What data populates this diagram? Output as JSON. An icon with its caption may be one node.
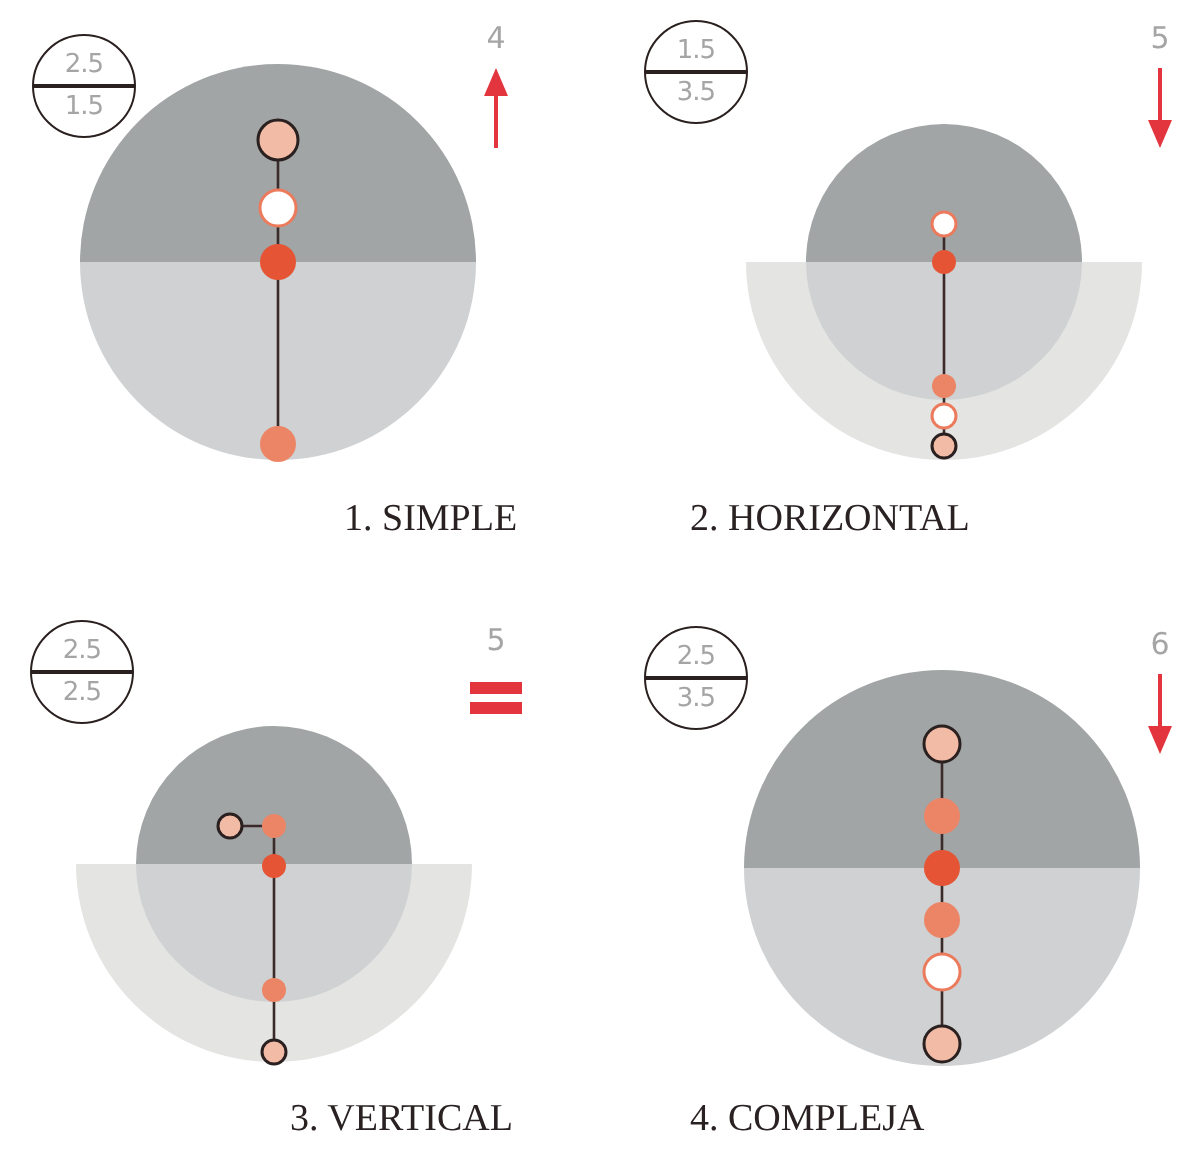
{
  "diagram": {
    "nodes": [
      {
        "text": [
          "2.5",
          "1.5"
        ]
      },
      {
        "text": [
          "1.5",
          "3.5"
        ]
      },
      {
        "text": [
          "2.5",
          "2.5"
        ]
      },
      {
        "text": [
          "2.5",
          "3.5"
        ]
      }
    ],
    "labels": [
      "4",
      "1. SIMPLE",
      "5",
      "2. HORIZONTAL",
      "5",
      "3. VERTICAL",
      "6",
      "4. COMPLEJA"
    ]
  }
}
